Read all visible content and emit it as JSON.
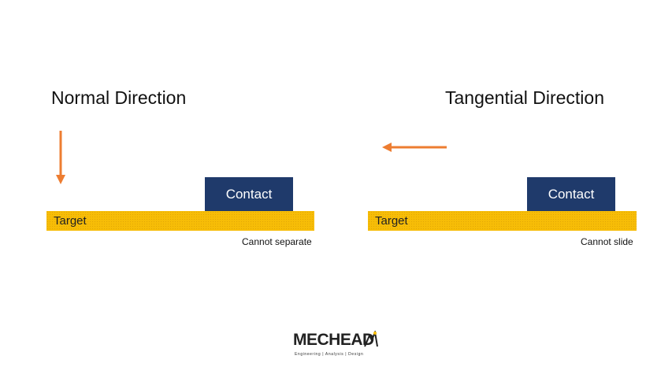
{
  "left_panel": {
    "heading": "Normal Direction",
    "contact_label": "Contact",
    "target_label": "Target",
    "caption": "Cannot separate",
    "arrow_direction": "down"
  },
  "right_panel": {
    "heading": "Tangential Direction",
    "contact_label": "Contact",
    "target_label": "Target",
    "caption": "Cannot slide",
    "arrow_direction": "left"
  },
  "logo": {
    "name": "MECHEAD",
    "tagline": "Engineering | Analysis | Design"
  },
  "colors": {
    "arrow": "#ed7d31",
    "contact": "#1f3a6b",
    "target": "#f7bd07"
  }
}
